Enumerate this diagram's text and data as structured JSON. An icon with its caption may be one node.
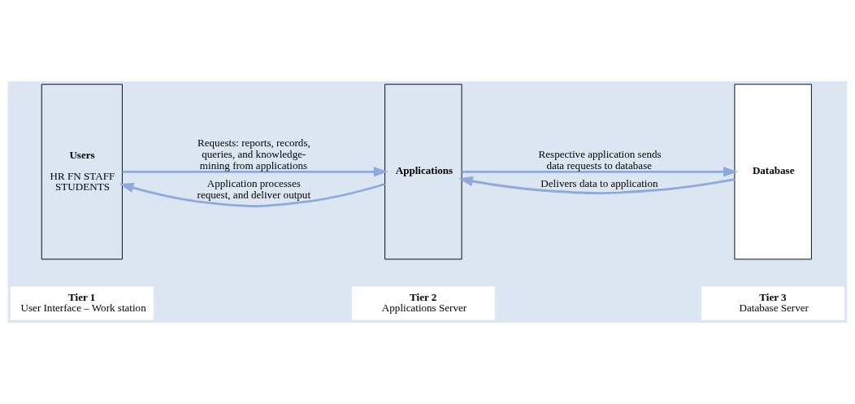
{
  "diagram": {
    "nodes": [
      {
        "text": [
          "Tier 1",
          "User Interface – Work station"
        ]
      },
      {
        "text": [
          "Tier 2",
          "Applications Server"
        ]
      },
      {
        "text": [
          "Tier 3",
          "Database Server"
        ]
      },
      {
        "text": [
          "Users",
          "HR FN STAFF STUDENTS"
        ]
      },
      {
        "text": [
          "Applications"
        ]
      },
      {
        "text": [
          "Database"
        ]
      }
    ],
    "edges": [
      {
        "from": 3,
        "to": 4,
        "arrow": "to",
        "label": "Requests: reports, records, queries, and knowledge-mining from applications"
      },
      {
        "from": 4,
        "to": 5,
        "arrow": "to",
        "label": "Respective application sends data requests to database"
      },
      {
        "from": 5,
        "to": 4,
        "arrow": "to",
        "label": "Delivers data to application"
      },
      {
        "from": 4,
        "to": 3,
        "arrow": "to",
        "label": "Application processes request, and deliver output"
      }
    ]
  }
}
